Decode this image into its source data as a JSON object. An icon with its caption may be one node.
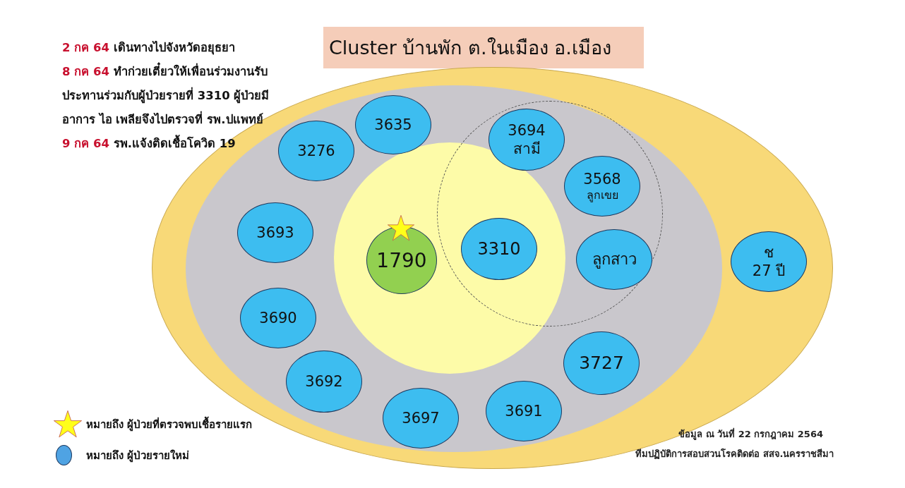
{
  "diagram": {
    "title": "Cluster บ้านพัก ต.ในเมือง อ.เมือง",
    "nodes": [
      {
        "text": [],
        "shape": "ellipse"
      },
      {
        "text": [],
        "shape": "ellipse",
        "in": 0
      },
      {
        "text": [],
        "shape": "circle",
        "in": 1
      },
      {
        "text": [],
        "shape": "circle",
        "in": 1
      },
      {
        "text": [
          "3635"
        ],
        "in": 1
      },
      {
        "text": [
          "3694",
          "สามี"
        ],
        "in": 3
      },
      {
        "text": [
          "3276"
        ],
        "in": 1
      },
      {
        "text": [
          "3568",
          "ลูกเขย"
        ],
        "in": 3
      },
      {
        "text": [
          "3693"
        ],
        "in": 1
      },
      {
        "text": [
          "1790"
        ],
        "in": 2
      },
      {
        "text": [
          "3310"
        ]
      },
      {
        "text": [
          "ลูกสาว"
        ],
        "in": 3
      },
      {
        "text": [
          "ช",
          "27 ปี"
        ],
        "in": 0
      },
      {
        "text": [
          "3690"
        ],
        "in": 1
      },
      {
        "text": [
          "3727"
        ],
        "in": 1
      },
      {
        "text": [
          "3692"
        ],
        "in": 1
      },
      {
        "text": [
          "3691"
        ],
        "in": 1
      },
      {
        "text": [
          "3697"
        ],
        "in": 1
      }
    ],
    "labels": [
      "**2 กค 64** เดินทางไปจังหวัดอยุธยา",
      "**8 กค 64** ทำก่วยเตี๋ยวให้เพื่อนร่วมงานรับประทานร่วมกับผู้ป่วยรายที่ 3310 ผู้ป่วยมีอาการ ไอ เพลียจึงไปตรวจที่ รพ.ปแพทย์",
      "**9 กค 64** รพ.แจ้งติดเชื้อโควิด 19",
      "ข้อมูล ณ วันที่ 22 กรกฎาคม 2564",
      "ทีมปฏิบัติการสอบสวนโรคติดต่อ สสจ.นครราชสีมา"
    ],
    "legend": [
      {
        "text": "หมายถึง ผู้ป่วยที่ตรวจพบเชื้อรายแรก"
      },
      {
        "text": "หมายถึง ผู้ป่วยรายใหม่",
        "color": "#4fa3e3"
      }
    ]
  }
}
